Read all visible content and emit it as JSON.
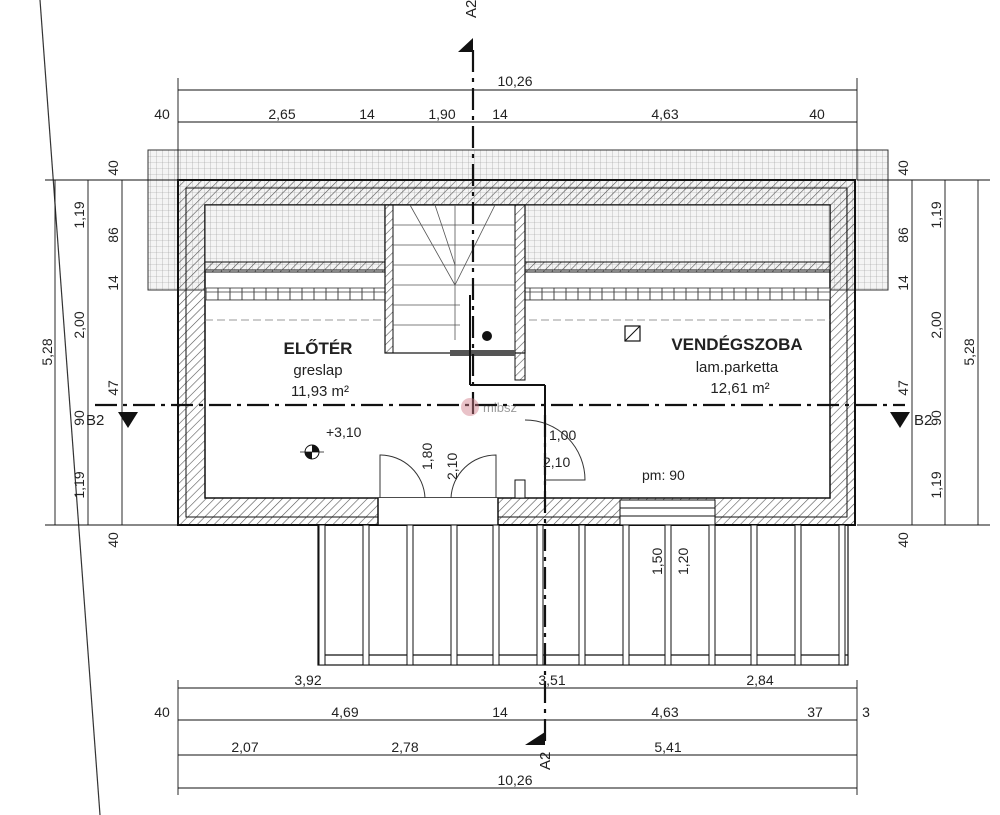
{
  "rooms": {
    "eloter": {
      "name": "ELŐTÉR",
      "floor": "greslap",
      "area": "11,93 m²"
    },
    "vendeg": {
      "name": "VENDÉGSZOBA",
      "floor": "lam.parketta",
      "area": "12,61 m²"
    }
  },
  "level": "+3,10",
  "pm": "pm: 90",
  "watermark": "mlbsz",
  "sections": {
    "a_top": "A2",
    "a_bottom": "A2",
    "b_left": "B2",
    "b_right": "B2"
  },
  "door": {
    "width": "1,80",
    "height": "2,10"
  },
  "door2": {
    "width": "1,00",
    "height": "2,10"
  },
  "window": {
    "width": "1,50",
    "height": "1,20"
  },
  "dims": {
    "top_total": "10,26",
    "top_parts": [
      "40",
      "2,65",
      "14",
      "1,90",
      "14",
      "4,63",
      "40"
    ],
    "bottom_overall": [
      "3,92",
      "3,51",
      "2,84"
    ],
    "bottom_parts": [
      "40",
      "4,69",
      "14",
      "4,63",
      "37",
      "3"
    ],
    "bottom_parts2": [
      "2,07",
      "2,78",
      "5,41"
    ],
    "bottom_total": "10,26",
    "left_total": "5,28",
    "left_parts": [
      "40",
      "1,19",
      "86",
      "14",
      "2,00",
      "47",
      "90",
      "1,19",
      "40"
    ],
    "right_total": "5,28",
    "right_parts": [
      "40",
      "86",
      "1,19",
      "14",
      "2,00",
      "47",
      "90",
      "1,19",
      "40"
    ]
  }
}
